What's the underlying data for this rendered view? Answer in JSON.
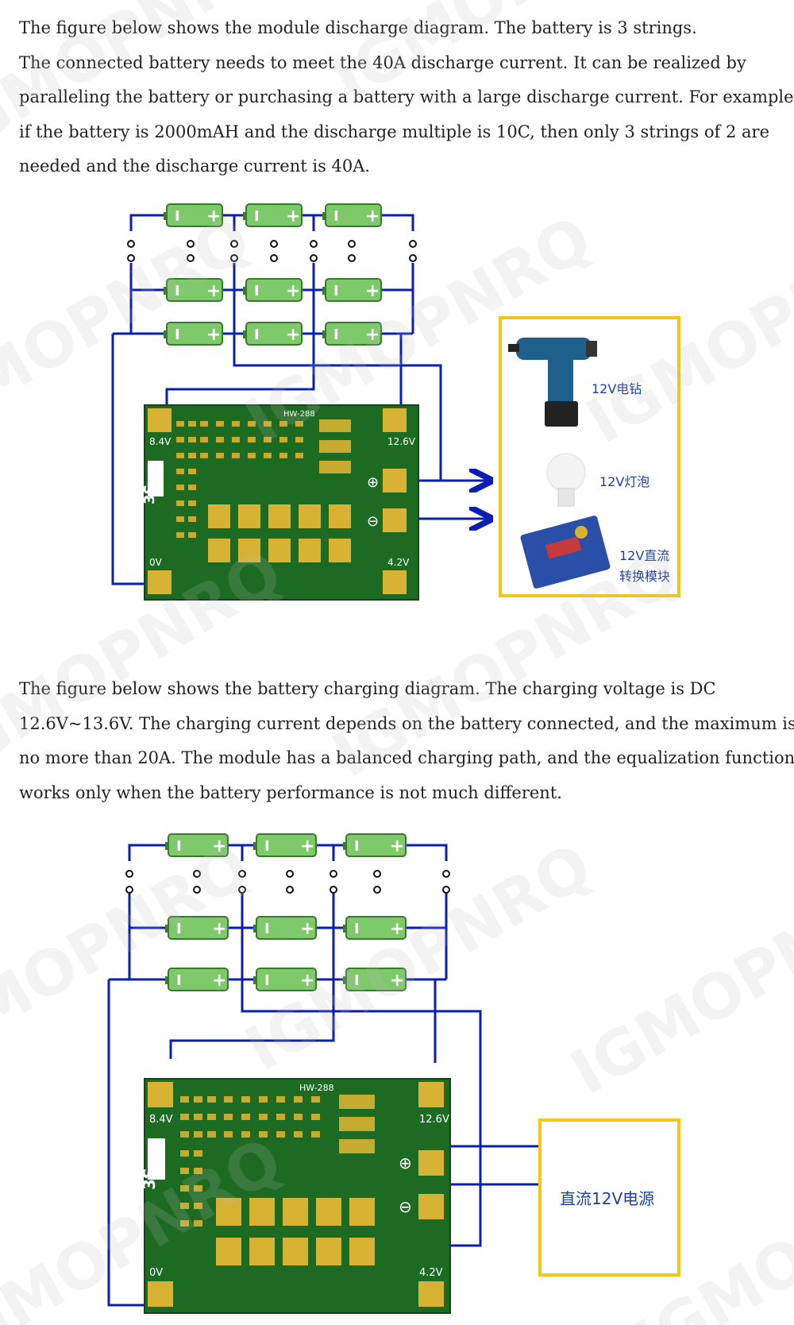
{
  "discharge_text": {
    "line1": "The figure below shows the module discharge diagram. The battery is 3 strings.",
    "line2": "The connected battery needs to meet the 40A discharge current. It can be realized by",
    "line3": "paralleling the battery or purchasing a battery with a large discharge current. For example,",
    "line4": "if the battery is 2000mAH and the discharge multiple is 10C, then only 3 strings of 2 are",
    "line5": "needed and the discharge current is 40A."
  },
  "charge_text": {
    "line1": "The figure below shows the battery charging diagram. The charging voltage is DC",
    "line2": "12.6V~13.6V. The charging current depends on the battery connected, and the maximum is",
    "line3": "no more than 20A. The module has a balanced charging path, and the equalization function",
    "line4": "works only when the battery performance is not much different."
  },
  "board": {
    "model": "HW-288",
    "label_84": "8.4V",
    "label_126": "12.6V",
    "label_0v": "0V",
    "label_42": "4.2V",
    "label_3s": "3S",
    "plus_symbol": "⊕",
    "minus_symbol": "⊖"
  },
  "battery": {
    "minus_label": "I",
    "plus_label": "+"
  },
  "loads": {
    "drill": "12V电钻",
    "bulb": "12V灯泡",
    "converter_line1": "12V直流",
    "converter_line2": "转换模块"
  },
  "power_supply": {
    "label": "直流12V电源"
  },
  "watermark": "IGMOPNRQ",
  "colors": {
    "wire": "#0a1fb0",
    "board": "#1d6b22",
    "battery": "#7ec96a",
    "load_box": "#f5c518",
    "pad": "#d8b232"
  }
}
